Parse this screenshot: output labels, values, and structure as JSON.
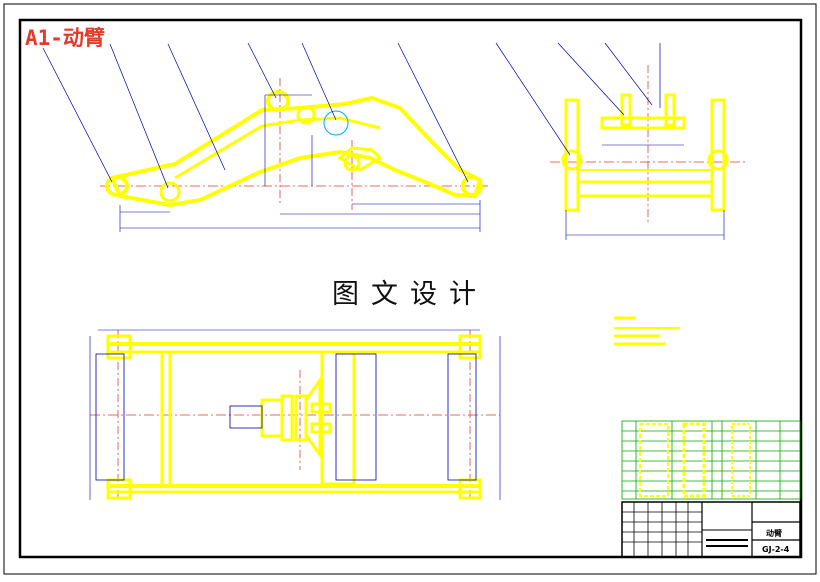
{
  "sheet": {
    "title_tag": "A1-动臂",
    "watermark": "图文设计"
  },
  "title_block": {
    "drawing_name": "动臂",
    "drawing_code": "GJ-2-4"
  },
  "colors": {
    "background": "#ffffff",
    "frame": "#000000",
    "outline": "#ffff00",
    "centerline": "#e53a2a",
    "dimension": "#0000aa",
    "leader": "#0000aa",
    "table": "#00aa00",
    "title_tag": "#e53a2a"
  }
}
